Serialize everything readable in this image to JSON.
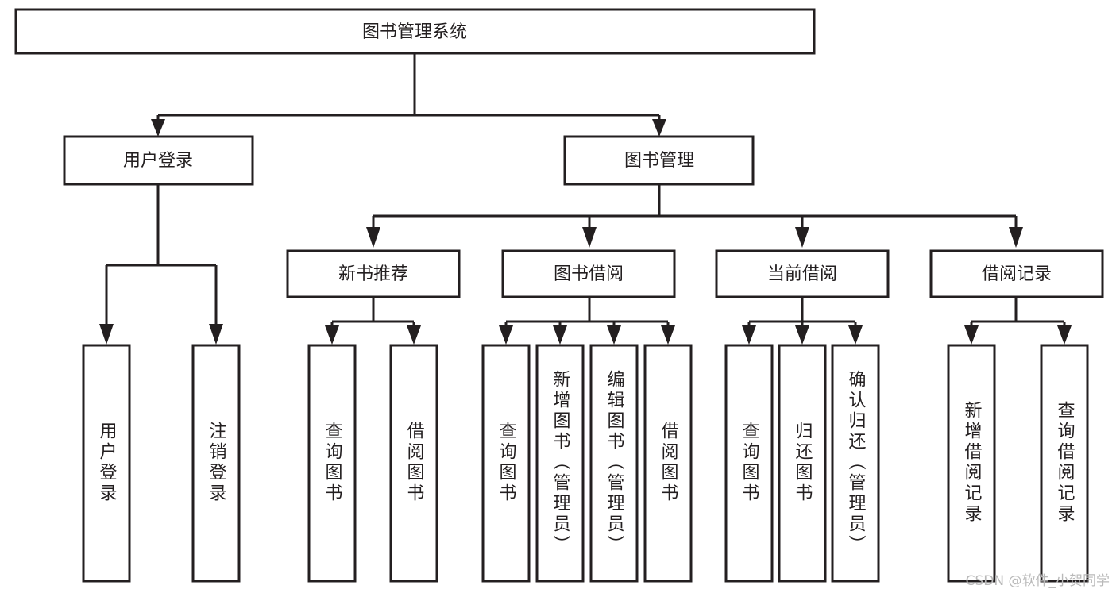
{
  "diagram": {
    "title": "图书管理系统",
    "watermark": "CSDN @软件_小贺同学",
    "colors": {
      "stroke": "#231f20",
      "fill": "#ffffff",
      "text": "#231f20",
      "watermark": "#b9b9b9"
    },
    "root": {
      "label": "图书管理系统"
    },
    "level2": [
      {
        "label": "用户登录"
      },
      {
        "label": "图书管理"
      }
    ],
    "level3": [
      {
        "label": "新书推荐"
      },
      {
        "label": "图书借阅"
      },
      {
        "label": "当前借阅"
      },
      {
        "label": "借阅记录"
      }
    ],
    "leaves": {
      "user_login": [
        {
          "label": "用户登录"
        },
        {
          "label": "注销登录"
        }
      ],
      "new_book": [
        {
          "label": "查询图书"
        },
        {
          "label": "借阅图书"
        }
      ],
      "book_borrow": [
        {
          "label": "查询图书"
        },
        {
          "label": "新增图书（管理员）"
        },
        {
          "label": "编辑图书（管理员）"
        },
        {
          "label": "借阅图书"
        }
      ],
      "current_borrow": [
        {
          "label": "查询图书"
        },
        {
          "label": "归还图书"
        },
        {
          "label": "确认归还（管理员）"
        }
      ],
      "borrow_record": [
        {
          "label": "新增借阅记录"
        },
        {
          "label": "查询借阅记录"
        }
      ]
    }
  }
}
